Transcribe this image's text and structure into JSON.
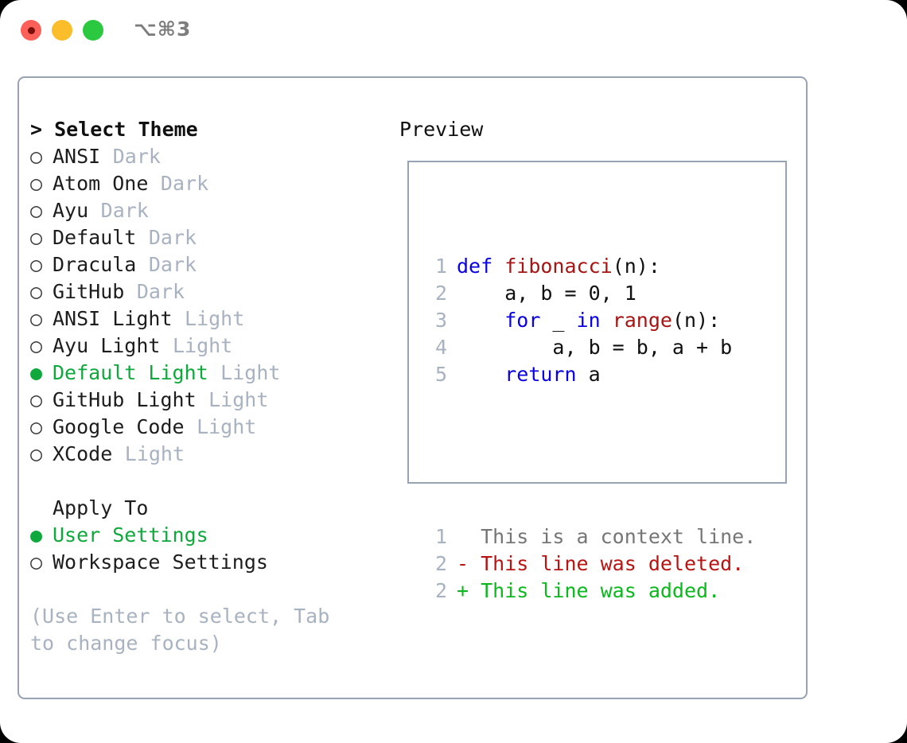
{
  "titlebar": {
    "shortcut": "⌥⌘3",
    "buttons": [
      {
        "name": "close",
        "color": "#fc6058"
      },
      {
        "name": "minimize",
        "color": "#fcbd2b"
      },
      {
        "name": "maximize",
        "color": "#2bc93f"
      }
    ]
  },
  "theme_list": {
    "title": "> Select Theme",
    "items": [
      {
        "marker": "○",
        "label": "ANSI",
        "badge": "Dark",
        "selected": false
      },
      {
        "marker": "○",
        "label": "Atom One",
        "badge": "Dark",
        "selected": false
      },
      {
        "marker": "○",
        "label": "Ayu",
        "badge": "Dark",
        "selected": false
      },
      {
        "marker": "○",
        "label": "Default",
        "badge": "Dark",
        "selected": false
      },
      {
        "marker": "○",
        "label": "Dracula",
        "badge": "Dark",
        "selected": false
      },
      {
        "marker": "○",
        "label": "GitHub",
        "badge": "Dark",
        "selected": false
      },
      {
        "marker": "○",
        "label": "ANSI Light",
        "badge": "Light",
        "selected": false
      },
      {
        "marker": "○",
        "label": "Ayu Light",
        "badge": "Light",
        "selected": false
      },
      {
        "marker": "●",
        "label": "Default Light",
        "badge": "Light",
        "selected": true
      },
      {
        "marker": "○",
        "label": "GitHub Light",
        "badge": "Light",
        "selected": false
      },
      {
        "marker": "○",
        "label": "Google Code",
        "badge": "Light",
        "selected": false
      },
      {
        "marker": "○",
        "label": "XCode",
        "badge": "Light",
        "selected": false
      }
    ]
  },
  "apply_to": {
    "title": "Apply To",
    "items": [
      {
        "marker": "●",
        "label": "User Settings",
        "selected": true
      },
      {
        "marker": "○",
        "label": "Workspace Settings",
        "selected": false
      }
    ]
  },
  "hint": "(Use Enter to select, Tab to change focus)",
  "preview": {
    "title": "Preview",
    "code_lines": [
      {
        "no": "1",
        "indent": "",
        "tokens": [
          {
            "t": "def",
            "c": "kw"
          },
          {
            "t": " ",
            "c": "plain"
          },
          {
            "t": "fibonacci",
            "c": "fn"
          },
          {
            "t": "(n):",
            "c": "plain"
          }
        ]
      },
      {
        "no": "2",
        "indent": "    ",
        "tokens": [
          {
            "t": "a, b = 0, 1",
            "c": "plain"
          }
        ]
      },
      {
        "no": "3",
        "indent": "    ",
        "tokens": [
          {
            "t": "for",
            "c": "kw"
          },
          {
            "t": " _ ",
            "c": "plain"
          },
          {
            "t": "in",
            "c": "kw"
          },
          {
            "t": " ",
            "c": "plain"
          },
          {
            "t": "range",
            "c": "fn"
          },
          {
            "t": "(n):",
            "c": "plain"
          }
        ]
      },
      {
        "no": "4",
        "indent": "        ",
        "tokens": [
          {
            "t": "a, b = b, a + b",
            "c": "plain"
          }
        ]
      },
      {
        "no": "5",
        "indent": "    ",
        "tokens": [
          {
            "t": "return",
            "c": "kw"
          },
          {
            "t": " a",
            "c": "plain"
          }
        ]
      }
    ],
    "diff_lines": [
      {
        "no": "1",
        "sign": "  ",
        "text": "This is a context line.",
        "kind": "ctx"
      },
      {
        "no": "2",
        "sign": "- ",
        "text": "This line was deleted.",
        "kind": "del"
      },
      {
        "no": "2",
        "sign": "+ ",
        "text": "This line was added.",
        "kind": "add"
      }
    ]
  },
  "colors": {
    "accent_green": "#0fa83c",
    "muted": "#a8b2c0",
    "border": "#97a3b4",
    "keyword": "#0a00e6",
    "function": "#a81414",
    "diff_added": "#0bb81d",
    "diff_deleted": "#b81414",
    "diff_context": "#767676"
  }
}
